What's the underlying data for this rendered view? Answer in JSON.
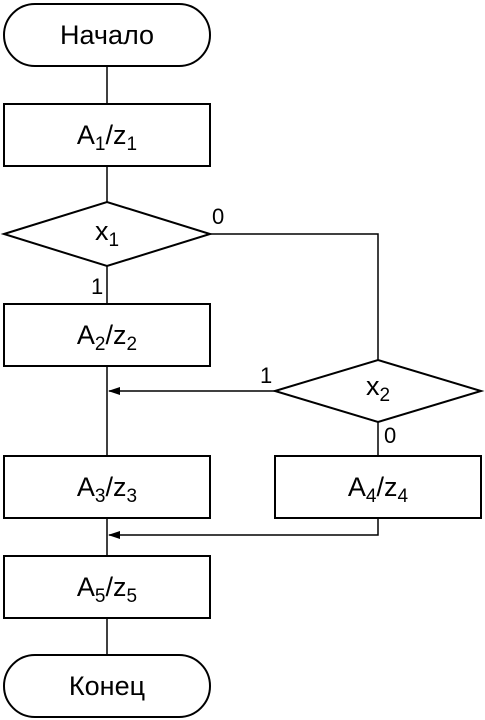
{
  "start": {
    "label": "Начало"
  },
  "end": {
    "label": "Конец"
  },
  "blocks": [
    {
      "var": "A",
      "sub": "1",
      "sep": "/",
      "var2": "z",
      "sub2": "1"
    },
    {
      "var": "A",
      "sub": "2",
      "sep": "/",
      "var2": "z",
      "sub2": "2"
    },
    {
      "var": "A",
      "sub": "3",
      "sep": "/",
      "var2": "z",
      "sub2": "3"
    },
    {
      "var": "A",
      "sub": "4",
      "sep": "/",
      "var2": "z",
      "sub2": "4"
    },
    {
      "var": "A",
      "sub": "5",
      "sep": "/",
      "var2": "z",
      "sub2": "5"
    }
  ],
  "conditions": [
    {
      "var": "x",
      "sub": "1",
      "yes_label": "1",
      "no_label": "0"
    },
    {
      "var": "x",
      "sub": "2",
      "yes_label": "1",
      "no_label": "0"
    }
  ]
}
